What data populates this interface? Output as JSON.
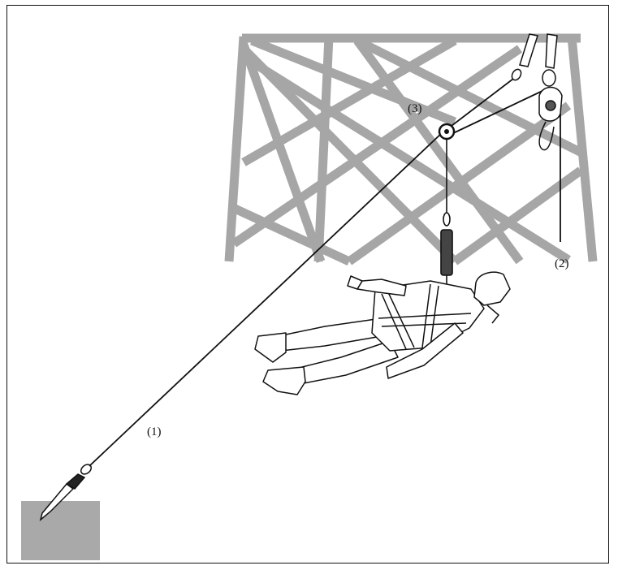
{
  "labels": {
    "l1": "(1)",
    "l2": "(2)",
    "l3": "(3)"
  },
  "colors": {
    "tower": "#a6a6a6",
    "anchor_block": "#a9a9a9",
    "rope": "#111111",
    "border": "#111111"
  },
  "icons": {
    "person": "suspended-worker-in-harness",
    "pulley": "pulley-icon",
    "descender": "rescue-descender-icon",
    "anchor": "ground-anchor-icon"
  }
}
